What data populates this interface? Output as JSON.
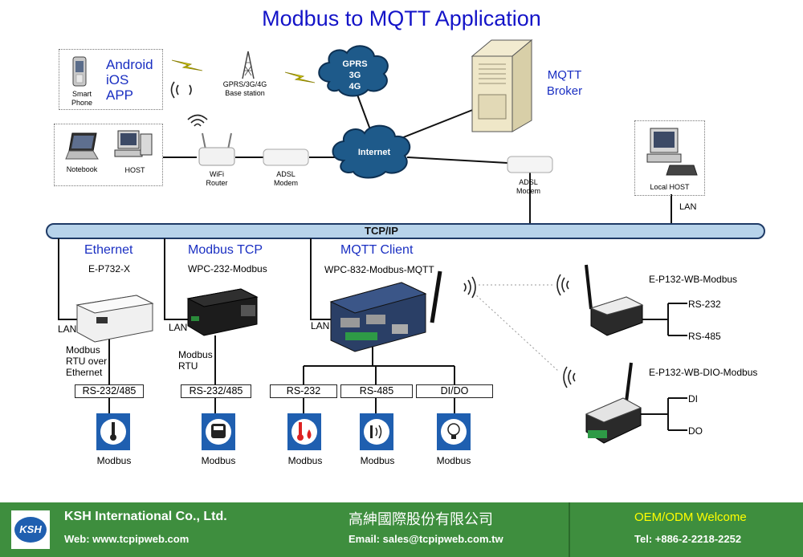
{
  "title": "Modbus to MQTT Application",
  "top": {
    "app_lines": [
      "Android",
      "iOS",
      "APP"
    ],
    "smart_phone": [
      "Smart",
      "Phone"
    ],
    "base_station": [
      "GPRS/3G/4G",
      "Base station"
    ],
    "gprs_cloud": [
      "GPRS",
      "3G",
      "4G"
    ],
    "broker": [
      "MQTT",
      "Broker"
    ],
    "notebook": "Notebook",
    "host": "HOST",
    "wifi_router": [
      "WiFi",
      "Router"
    ],
    "adsl_modem_1": [
      "ADSL",
      "Modem"
    ],
    "internet": "Internet",
    "adsl_modem_2": [
      "ADSL",
      "Modem"
    ],
    "local_host": "Local HOST",
    "lan": "LAN"
  },
  "bus": {
    "label": "TCP/IP"
  },
  "devices": {
    "ethernet": {
      "heading": "Ethernet",
      "model": "E-P732-X",
      "lan": "LAN",
      "protocol": [
        "Modbus",
        "RTU over",
        "Ethernet"
      ],
      "port": "RS-232/485",
      "end": "Modbus"
    },
    "modbus_tcp": {
      "heading": "Modbus TCP",
      "model": "WPC-232-Modbus",
      "lan": "LAN",
      "protocol": [
        "Modbus",
        "RTU"
      ],
      "port": "RS-232/485",
      "end": "Modbus"
    },
    "mqtt_client": {
      "heading": "MQTT Client",
      "model": "WPC-832-Modbus-MQTT",
      "lan": "LAN",
      "ports": [
        "RS-232",
        "RS-485",
        "DI/DO"
      ],
      "ends": [
        "Modbus",
        "Modbus",
        "Modbus"
      ]
    },
    "wb_modbus": {
      "model": "E-P132-WB-Modbus",
      "outputs": [
        "RS-232",
        "RS-485"
      ]
    },
    "wb_dio": {
      "model": "E-P132-WB-DIO-Modbus",
      "outputs": [
        "DI",
        "DO"
      ]
    }
  },
  "footer": {
    "company": "KSH International Co., Ltd.",
    "web": "Web: www.tcpipweb.com",
    "company_cn": "高紳國際股份有限公司",
    "email": "Email: sales@tcpipweb.com.tw",
    "oem": "OEM/ODM Welcome",
    "tel": "Tel: +886-2-2218-2252",
    "logo_text": "KSH"
  },
  "colors": {
    "title": "#1414c8",
    "bus": "#b7d3ea",
    "cloud": "#1e5a8a",
    "footer": "#3e8e3e",
    "oem": "#ffff00"
  }
}
